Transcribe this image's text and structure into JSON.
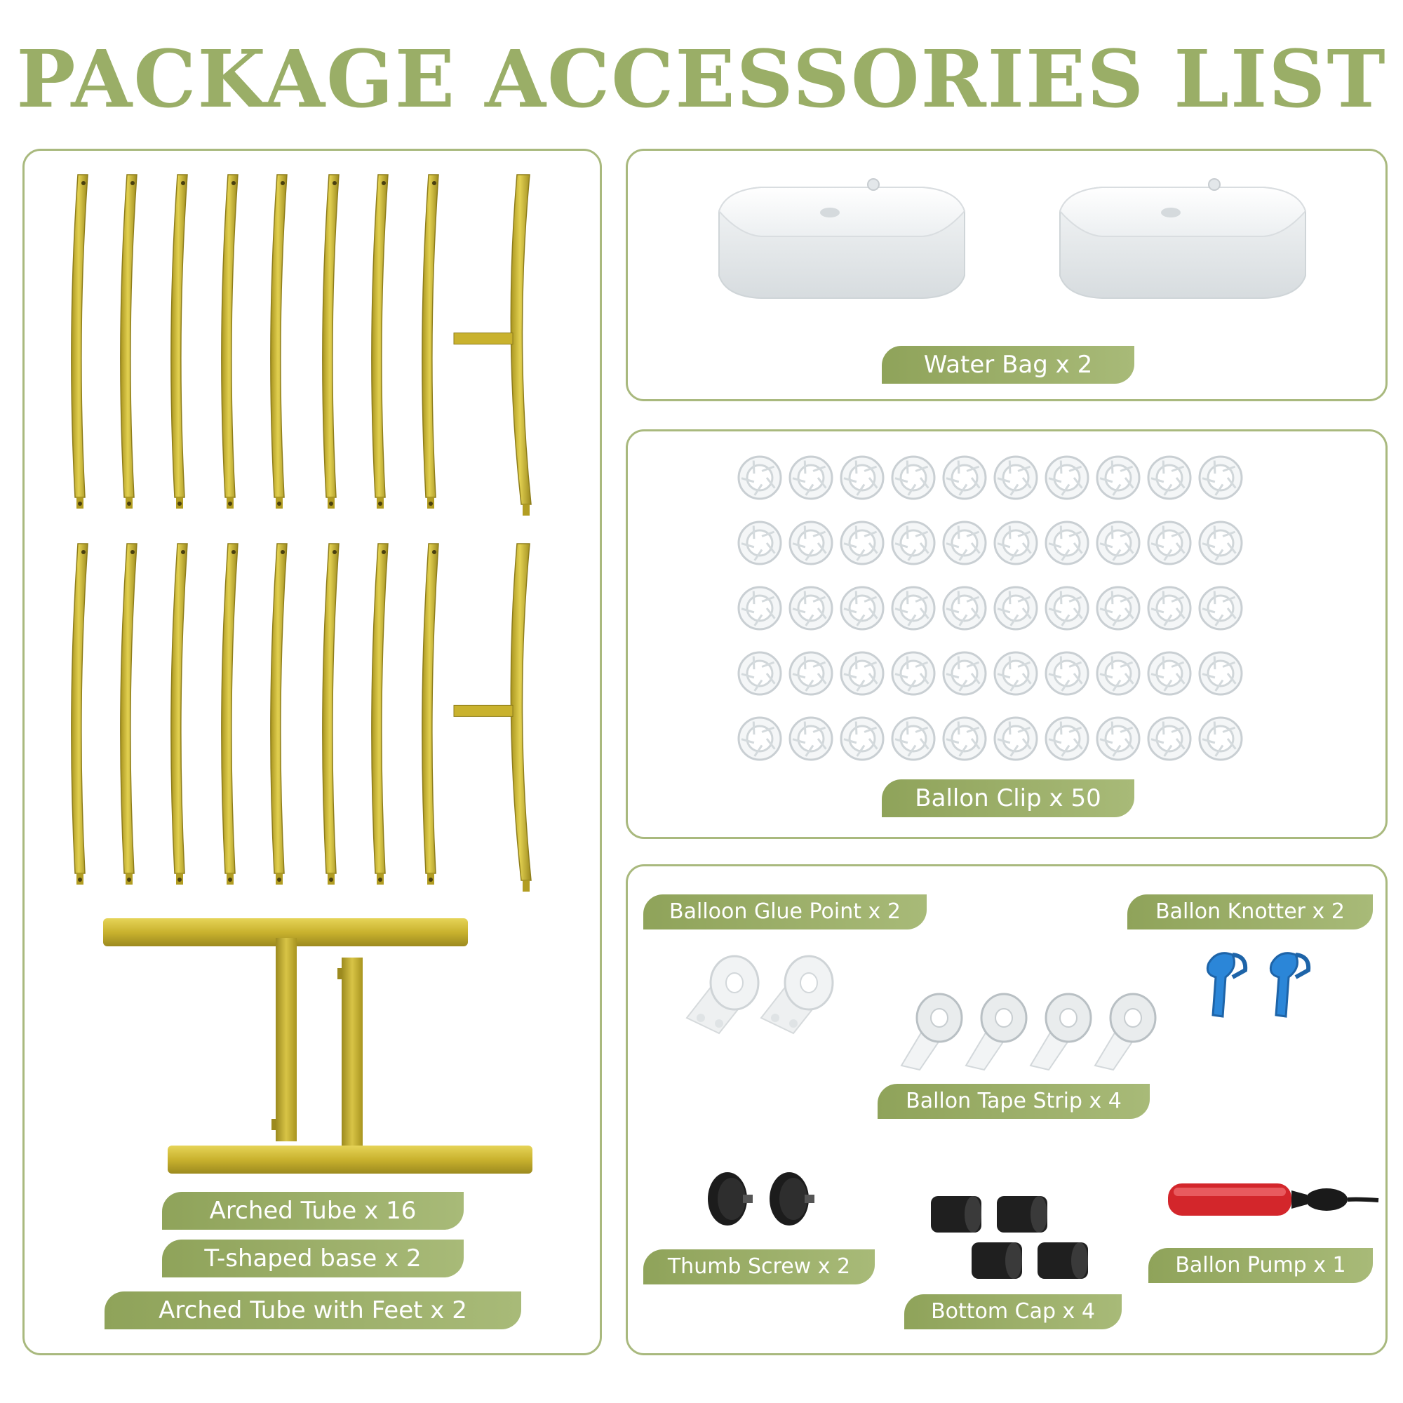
{
  "title": "PACKAGE ACCESSORIES LIST",
  "colors": {
    "title": "#9aae67",
    "label_bg": "#97ab62",
    "panel_border": "#a9b97e",
    "tube_gold": "#c9b22e"
  },
  "labels": {
    "arched_tube": "Arched Tube x 16",
    "t_base": "T-shaped base x 2",
    "arched_feet": "Arched Tube with Feet x 2",
    "water_bag": "Water Bag x 2",
    "balloon_clip": "Ballon Clip x 50",
    "glue_point": "Balloon Glue Point x 2",
    "knotter": "Ballon Knotter x 2",
    "tape_strip": "Ballon Tape Strip x 4",
    "thumb_screw": "Thumb Screw x 2",
    "bottom_cap": "Bottom Cap x 4",
    "pump": "Ballon Pump x 1"
  }
}
